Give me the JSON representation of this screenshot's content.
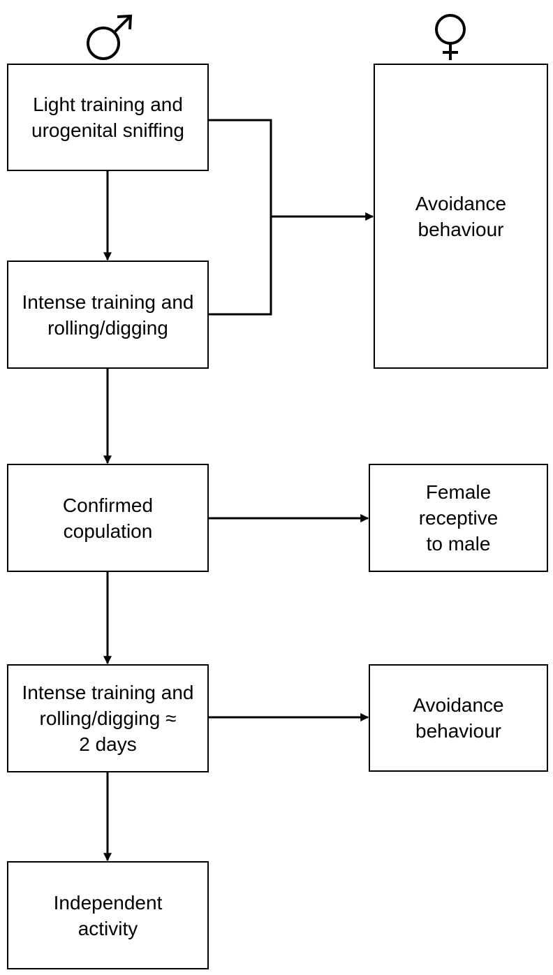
{
  "header": {
    "male_symbol": "male-symbol",
    "female_symbol": "female-symbol"
  },
  "male_column": {
    "step1": "Light training and\nurogenital sniffing",
    "step2": "Intense training and\nrolling/digging",
    "step3": "Confirmed\ncopulation",
    "step4": "Intense training and\nrolling/digging ≈\n2 days",
    "step5": "Independent\nactivity"
  },
  "female_column": {
    "response1": "Avoidance\nbehaviour",
    "response2": "Female\nreceptive\nto male",
    "response3": "Avoidance\nbehaviour"
  }
}
